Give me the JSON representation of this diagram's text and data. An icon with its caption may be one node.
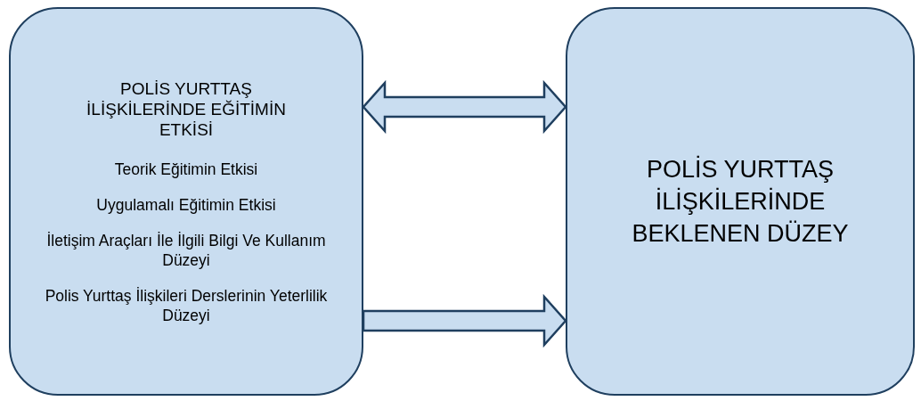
{
  "diagram": {
    "nodes": [
      {
        "text": [
          "POLİS YURTTAŞ İLİŞKİLERİNDE EĞİTİMİN ETKİSİ",
          "Teorik Eğitimin Etkisi",
          "Uygulamalı Eğitimin Etkisi",
          "İletişim Araçları İle İlgili Bilgi Ve Kullanım Düzeyi",
          "Polis Yurttaş İlişkileri Derslerinin Yeterlilik Düzeyi"
        ]
      },
      {
        "text": [
          "POLİS YURTTAŞ İLİŞKİLERİNDE BEKLENEN DÜZEY"
        ]
      }
    ],
    "edges": [
      {
        "from": 0,
        "to": 1,
        "arrow": "both"
      },
      {
        "from": 0,
        "to": 1,
        "arrow": "to"
      }
    ]
  }
}
